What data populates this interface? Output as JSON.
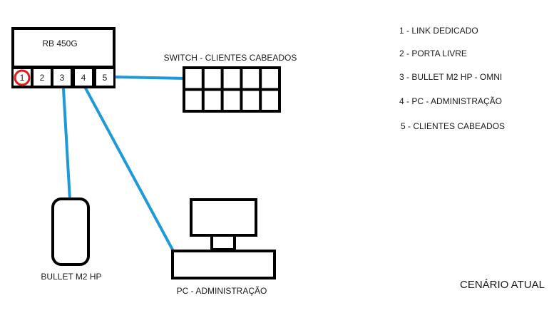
{
  "router": {
    "label": "RB 450G",
    "ports": [
      {
        "number": "1",
        "highlighted": true
      },
      {
        "number": "2",
        "highlighted": false
      },
      {
        "number": "3",
        "highlighted": false
      },
      {
        "number": "4",
        "highlighted": false
      },
      {
        "number": "5",
        "highlighted": false
      }
    ]
  },
  "switch": {
    "label": "SWITCH - CLIENTES CABEADOS",
    "rows": 2,
    "cols": 5
  },
  "bullet": {
    "label": "BULLET M2 HP"
  },
  "pc": {
    "label": "PC - ADMINISTRAÇÃO"
  },
  "legend": [
    "1 - LINK DEDICADO",
    "2 - PORTA LIVRE",
    "3 - BULLET M2 HP - OMNI",
    "4 - PC - ADMINISTRAÇÃO",
    "5 - CLIENTES CABEADOS"
  ],
  "scenario_title": "CENÁRIO ATUAL",
  "colors": {
    "link": "#1e9ad6",
    "outline": "#000000",
    "highlight": "#e01b1b"
  },
  "connections": [
    {
      "from": "port-5",
      "to": "switch"
    },
    {
      "from": "port-3",
      "to": "bullet"
    },
    {
      "from": "port-4",
      "to": "pc"
    }
  ]
}
